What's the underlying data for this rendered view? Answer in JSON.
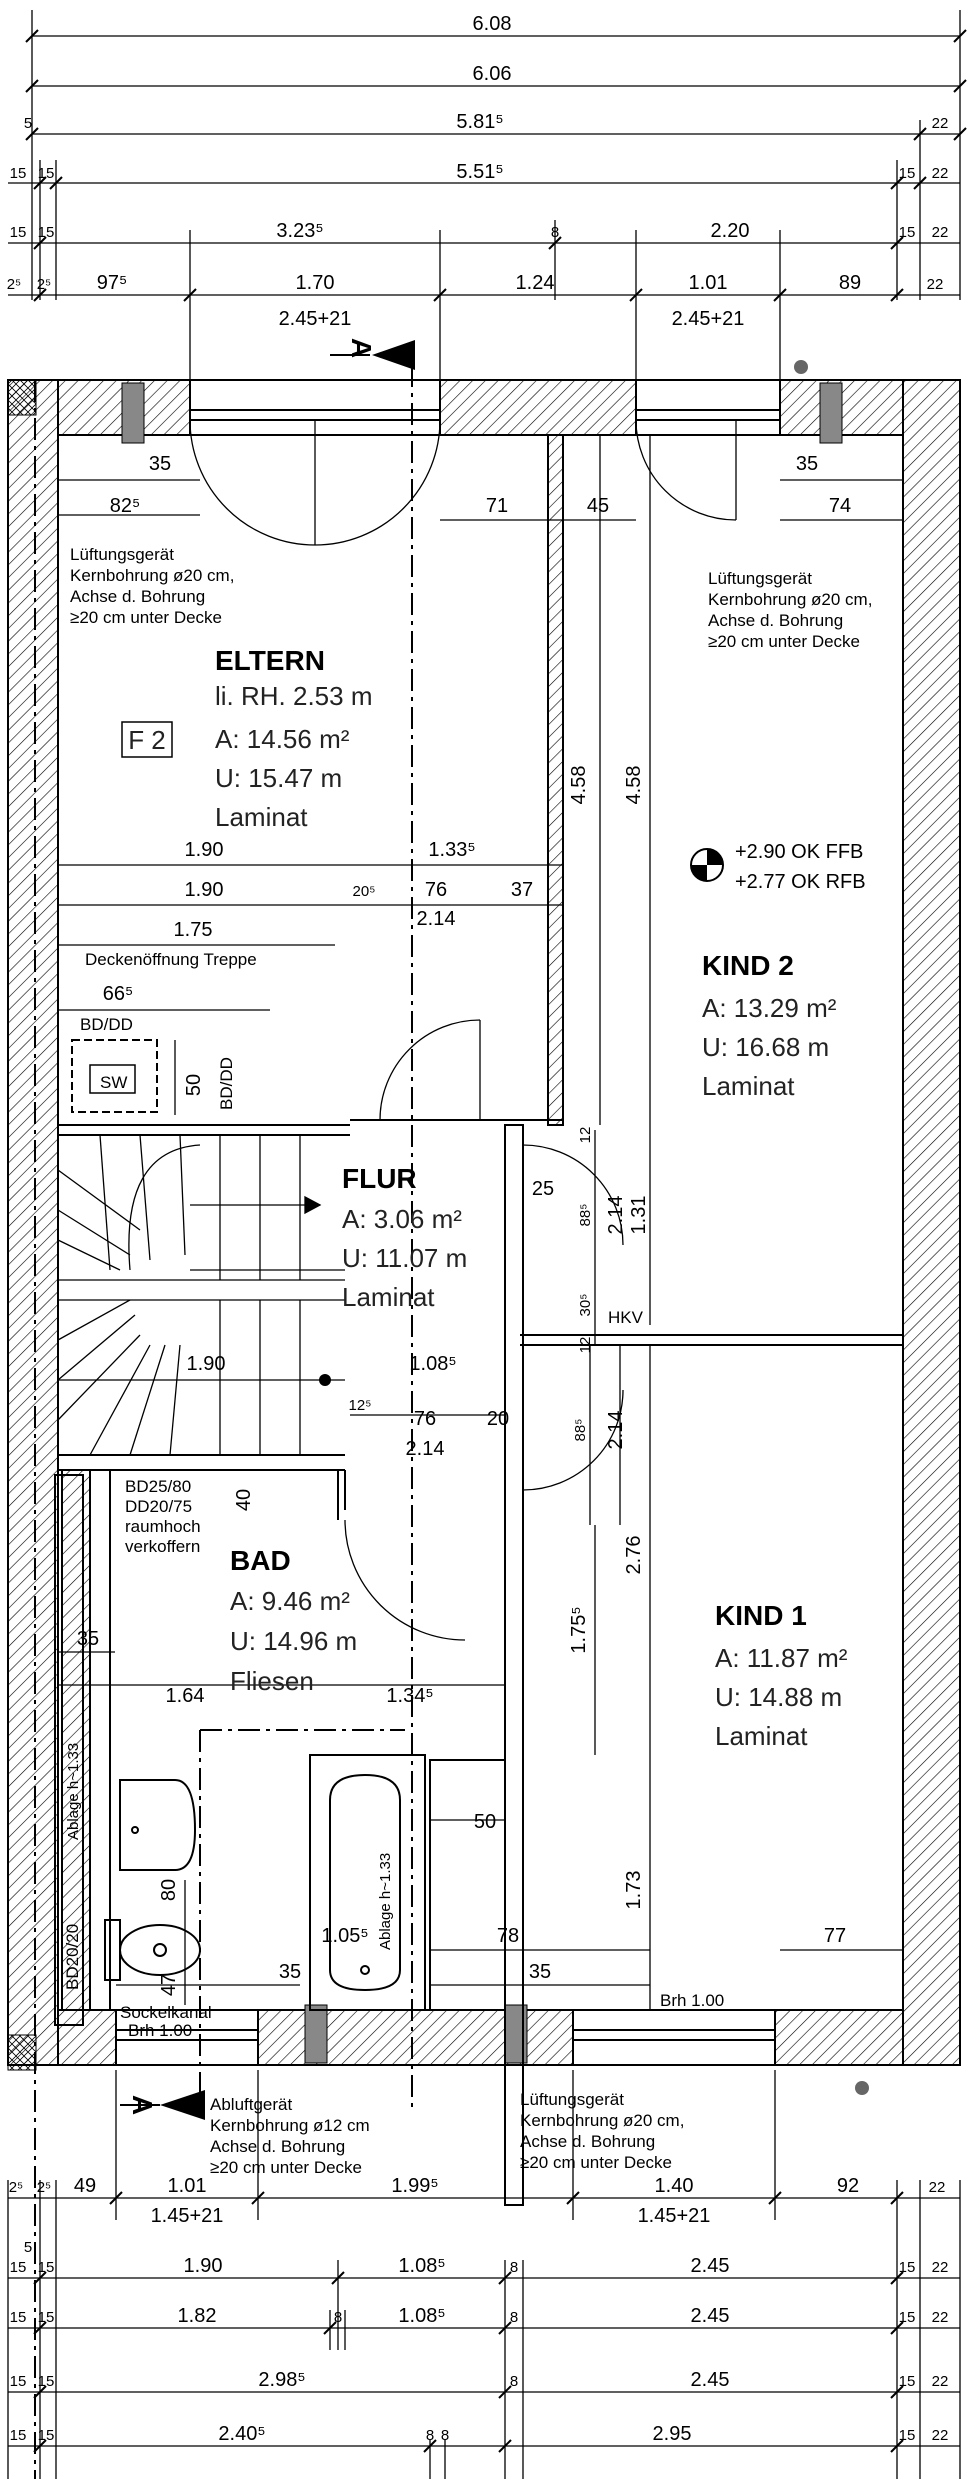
{
  "top_dimensions": {
    "row1": [
      "6.08"
    ],
    "row2": [
      "6.06"
    ],
    "row3": [
      "5",
      "5.81⁵",
      "22"
    ],
    "row4": [
      "15",
      "15",
      "5.51⁵",
      "15",
      "22"
    ],
    "row5": [
      "15",
      "15",
      "3.23⁵",
      "8",
      "2.20",
      "15",
      "22"
    ],
    "row6": [
      "2⁵",
      "2⁵",
      "97⁵",
      "1.70",
      "1.24",
      "1.01",
      "89",
      "22"
    ],
    "openings": [
      "2.45+21",
      "2.45+21"
    ]
  },
  "bottom_dimensions": {
    "row1": [
      "2⁵",
      "2⁵",
      "49",
      "1.01",
      "1.99⁵",
      "1.40",
      "92",
      "22"
    ],
    "openings": [
      "1.45+21",
      "1.45+21"
    ],
    "row2": [
      "5",
      "15",
      "15",
      "1.90",
      "1.08⁵",
      "8",
      "2.45",
      "15",
      "22"
    ],
    "row3": [
      "15",
      "15",
      "1.82",
      "8",
      "1.08⁵",
      "8",
      "2.45",
      "15",
      "22"
    ],
    "row4": [
      "15",
      "15",
      "2.98⁵",
      "8",
      "2.45",
      "15",
      "22"
    ],
    "row5": [
      "15",
      "15",
      "2.40⁵",
      "8",
      "8",
      "2.95",
      "15",
      "22"
    ]
  },
  "section_marker": "A",
  "rooms": {
    "eltern": {
      "name": "ELTERN",
      "height": "li. RH. 2.53 m",
      "area": "A: 14.56 m²",
      "perimeter": "U: 15.47 m",
      "floor": "Laminat",
      "tag": "F 2"
    },
    "kind2": {
      "name": "KIND 2",
      "area": "A: 13.29 m²",
      "perimeter": "U: 16.68 m",
      "floor": "Laminat"
    },
    "flur": {
      "name": "FLUR",
      "area": "A: 3.06 m²",
      "perimeter": "U: 11.07 m",
      "floor": "Laminat"
    },
    "bad": {
      "name": "BAD",
      "area": "A: 9.46 m²",
      "perimeter": "U: 14.96 m",
      "floor": "Fliesen"
    },
    "kind1": {
      "name": "KIND 1",
      "area": "A: 11.87 m²",
      "perimeter": "U: 14.88 m",
      "floor": "Laminat"
    }
  },
  "level_marker": {
    "line1": "+2.90 OK FFB",
    "line2": "+2.77 OK RFB"
  },
  "notes": {
    "vent_left": [
      "Lüftungsgerät",
      "Kernbohrung ø20 cm,",
      "Achse d. Bohrung",
      "≥20 cm unter Decke"
    ],
    "vent_right": [
      "Lüftungsgerät",
      "Kernbohrung ø20 cm,",
      "Achse d. Bohrung",
      "≥20 cm unter Decke"
    ],
    "vent_bottom": [
      "Lüftungsgerät",
      "Kernbohrung ø20 cm,",
      "Achse d. Bohrung",
      "≥20 cm unter Decke"
    ],
    "exhaust_bottom": [
      "Abluftgerät",
      "Kernbohrung ø12 cm",
      "Achse d. Bohrung",
      "≥20 cm unter Decke"
    ],
    "bd_note": [
      "BD25/80",
      "DD20/75",
      "raumhoch",
      "verkoffern"
    ],
    "stair_opening": "Deckenöffnung Treppe",
    "sockelkanal": "Sockelkanal",
    "brh_left": "Brh 1.00",
    "brh_right": "Brh 1.00",
    "hkv": "HKV",
    "sw": "SW",
    "bd_dd": "BD/DD",
    "bd_dd_v": "BD/DD",
    "bd20": "BD20/20",
    "ablage_left": "Ablage h~1.33",
    "ablage_tub": "Ablage h~1.33"
  },
  "interior_dims": {
    "d35a": "35",
    "d82": "82⁵",
    "d71": "71",
    "d45": "45",
    "d35b": "35",
    "d74": "74",
    "d190a": "1.90",
    "d133": "1.33⁵",
    "d190b": "1.90",
    "d20": "20⁵",
    "d76a": "76",
    "d37": "37",
    "d214a": "2.14",
    "d175": "1.75",
    "d66": "66⁵",
    "d50a": "50",
    "d458a": "4.58",
    "d458b": "4.58",
    "d12a": "12",
    "d25": "25",
    "d88a": "88⁵",
    "d214b": "2.14",
    "d131": "1.31",
    "d30": "30⁵",
    "d12b": "12",
    "d190c": "1.90",
    "d108": "1.08⁵",
    "d12c": "12⁵",
    "d76b": "76",
    "d20b": "20",
    "d214c": "2.14",
    "d88b": "88⁵",
    "d214d": "2.14",
    "d40": "40",
    "d35c": "35",
    "d164": "1.64",
    "d134": "1.34⁵",
    "d175b": "1.75⁵",
    "d276": "2.76",
    "d80": "80",
    "d47": "47",
    "d35d": "35",
    "d105": "1.05⁵",
    "d50b": "50",
    "d78": "78",
    "d35e": "35",
    "d173": "1.73",
    "d77": "77"
  }
}
